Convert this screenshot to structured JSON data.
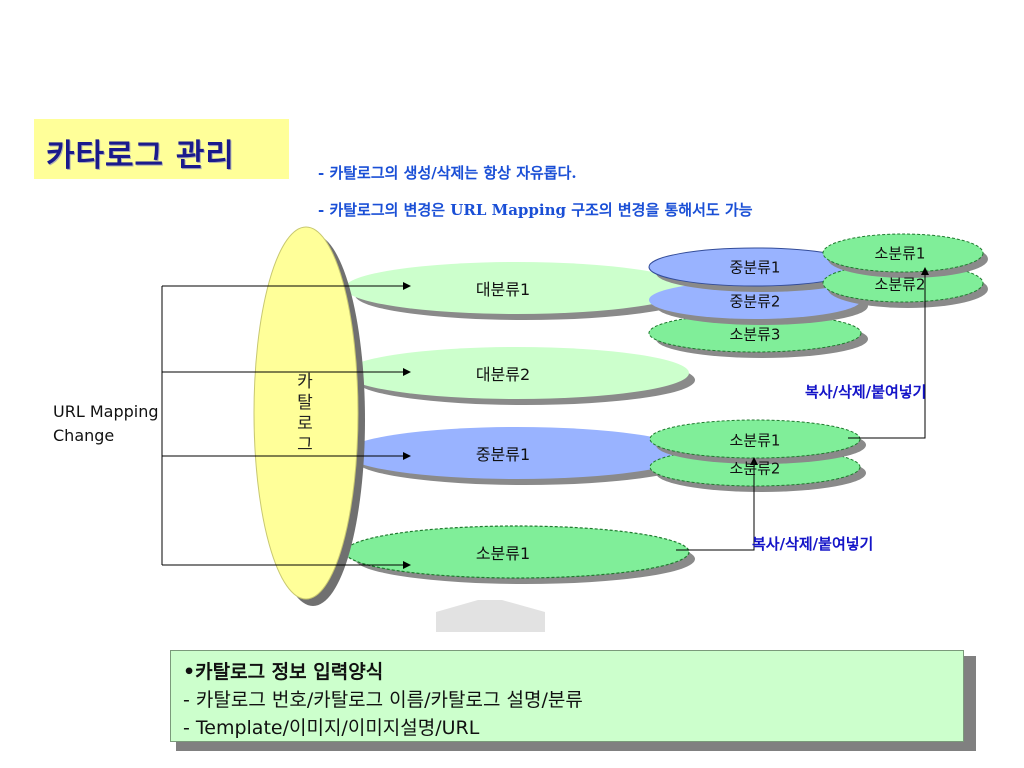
{
  "title": "카타로그 관리",
  "notes": [
    "- 카탈로그의 생성/삭제는 항상 자유롭다.",
    "- 카탈로그의 변경은 URL Mapping 구조의 변경을 통해서도 가능"
  ],
  "catalog_label": [
    "카",
    "탈",
    "로",
    "그"
  ],
  "url_mapping": {
    "line1": "URL Mapping",
    "line2": "Change"
  },
  "main_nodes": {
    "large1": "대분류1",
    "large2": "대분류2",
    "medium1": "중분류1",
    "small1": "소분류1"
  },
  "upper_group": {
    "medium1": "중분류1",
    "medium2": "중분류2",
    "small3": "소분류3"
  },
  "right_group": {
    "small1": "소분류1",
    "small2": "소분류2"
  },
  "middle_group": {
    "small1": "소분류1",
    "small2": "소분류2"
  },
  "copy_labels": [
    "복사/삭제/붙여넣기",
    "복사/삭제/붙여넣기"
  ],
  "info_box": {
    "line1": "•카탈로그 정보 입력양식",
    "line2": "- 카탈로그 번호/카탈로그 이름/카탈로그 설명/분류",
    "line3": "- Template/이미지/이미지설명/URL"
  },
  "colors": {
    "title_bg": "#ffff99",
    "title_text": "#1a1a8c",
    "note_text": "#1a4fd6",
    "catalog_fill": "#ffff99",
    "large_fill": "#ccffcc",
    "medium_fill": "#99b3ff",
    "small_fill": "#80ee99",
    "info_fill": "#ccffcc"
  }
}
